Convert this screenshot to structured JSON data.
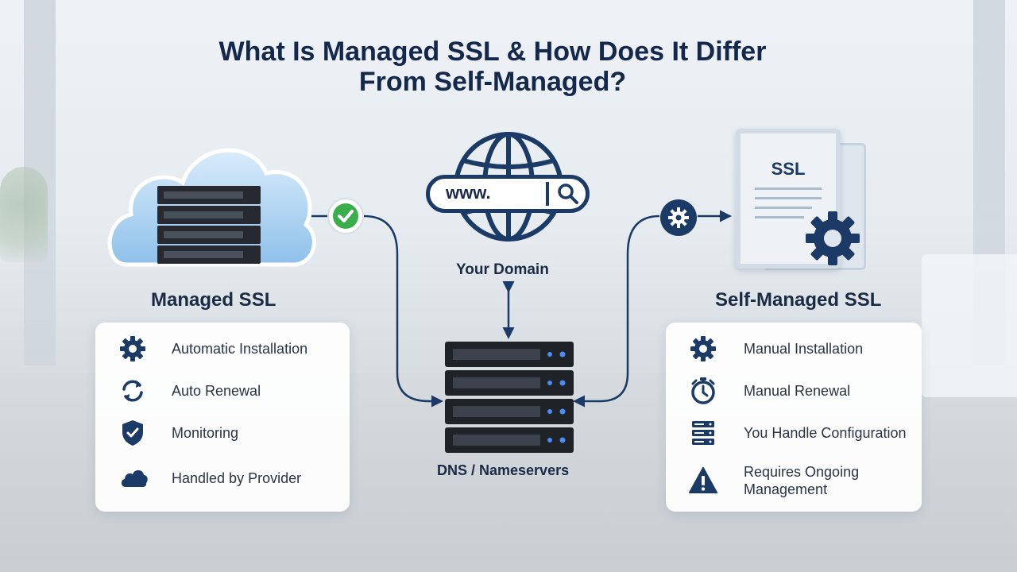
{
  "title": "What Is Managed SSL & How Does It Differ From Self-Managed?",
  "managed": {
    "label": "Managed SSL",
    "items": [
      {
        "icon": "gear-icon",
        "text": "Automatic Installation"
      },
      {
        "icon": "refresh-icon",
        "text": "Auto Renewal"
      },
      {
        "icon": "shield-check-icon",
        "text": "Monitoring"
      },
      {
        "icon": "cloud-icon",
        "text": "Handled by Provider"
      }
    ]
  },
  "domain": {
    "url_text": "www.",
    "label": "Your Domain"
  },
  "dns": {
    "label": "DNS / Nameservers"
  },
  "self_managed": {
    "label": "Self-Managed SSL",
    "certificate_text": "SSL",
    "items": [
      {
        "icon": "gear-icon",
        "text": "Manual Installation"
      },
      {
        "icon": "stopwatch-icon",
        "text": "Manual Renewal"
      },
      {
        "icon": "server-icon",
        "text": "You Handle Configuration"
      },
      {
        "icon": "warning-icon",
        "text": "Requires Ongoing Management"
      }
    ]
  },
  "colors": {
    "navy": "#1b3a66",
    "check_green": "#3aae4a",
    "title": "#14284b"
  }
}
